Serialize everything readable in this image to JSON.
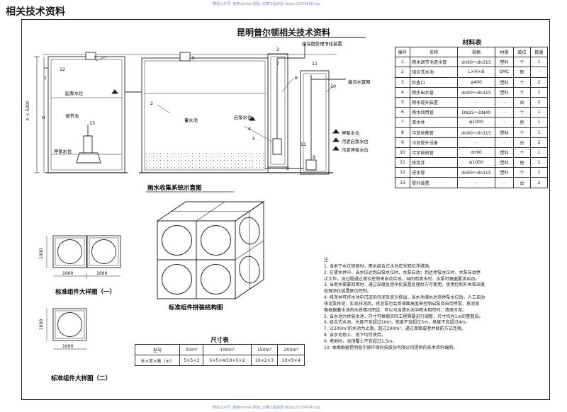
{
  "header": {
    "title": "相关技术资料"
  },
  "watermark": {
    "top": "微信公众号: 施荣mmfwl  网站: 无藏工程资源 https://1234006.top",
    "bottom": "微信公众号: 施荣mmfwl  网站: 无藏工程资源 https://1234006.top"
  },
  "sheet": {
    "title": "昆明普尔顿相关技术资料"
  },
  "section_view": {
    "caption": "雨水收集系统示意图",
    "labels": {
      "deep_purify": "接深度处理净化装置",
      "sewage": "接污水管网",
      "start_pump": "启泵水位",
      "stop_pump_right": "停泵水位",
      "sludge_start": "污泥启泵水位",
      "sludge_stop": "污泥停泵水位",
      "overflow_level": "起泵水位",
      "regulating_tank": "调节池",
      "stop_pump_left": "停泵水位",
      "storage_tank": "蓄水池",
      "height": "h < 5000",
      "h_mark": "H"
    },
    "numbers": [
      "12",
      "1",
      "3",
      "2",
      "3",
      "4",
      "5",
      "6",
      "7",
      "8",
      "9",
      "10",
      "11",
      "13",
      "2",
      "11"
    ]
  },
  "detail1": {
    "caption": "标准组件大样图（一）",
    "dim_h": "1000",
    "dim_w1": "1000",
    "dim_w2": "1000"
  },
  "detail2": {
    "caption": "标准组件大样图（二）",
    "dim_h": "1000",
    "dim_w": "1000"
  },
  "assembly": {
    "caption": "标准组件拼装结构图"
  },
  "materials": {
    "title": "材料表",
    "columns": [
      "编号",
      "名称",
      "规格",
      "材质",
      "单位",
      "数量"
    ],
    "rows": [
      [
        "1",
        "雨水调节池进水管",
        "dn90～dn315",
        "塑料",
        "个",
        "1"
      ],
      [
        "2",
        "组合式水池",
        "L×H×B",
        "SMC",
        "座",
        "-"
      ],
      [
        "3",
        "检查口",
        "φ400",
        "塑料",
        "个",
        "2"
      ],
      [
        "4",
        "雨水出水管",
        "dn90～dn315",
        "塑料",
        "个",
        "1"
      ],
      [
        "5",
        "雨水提升装置",
        "-",
        "-",
        "台",
        "2"
      ],
      [
        "6",
        "雨水回用管",
        "DN25～DN40",
        "-",
        "个",
        "1"
      ],
      [
        "7",
        "清水井",
        "φ1000",
        "-",
        "座",
        "1"
      ],
      [
        "8",
        "污泥收集管",
        "dn90～dn315",
        "塑料",
        "个",
        "1"
      ],
      [
        "9",
        "污泥提升设备",
        "-",
        "-",
        "台",
        "2"
      ],
      [
        "10",
        "污泥排放管",
        "dn90",
        "塑料",
        "个",
        "1"
      ],
      [
        "11",
        "排泥井",
        "φ1000",
        "塑料",
        "座",
        "1"
      ],
      [
        "12",
        "进水管",
        "dn90～dn315",
        "塑料",
        "个",
        "1"
      ],
      [
        "13",
        "提升装置",
        "-",
        "-",
        "台",
        "2"
      ]
    ]
  },
  "notes": {
    "heading": "注:",
    "lines": [
      "1. 当地下水位很高时，雨水组合式水池应采取抗浮措施。",
      "2. 在清水井中，当水位达到启泵水位时，水泵启动；到达停泵水位时，水泵自动停",
      "    止工作，该过程通过液位控制来自动实现，当回用清水时，水泵可根据要求启动。",
      "3. 当雨水需要回用时，通过深度处理净化装置处理后方可使用，使用控制开关和深度",
      "    处理净化装置联动控制。",
      "4. 排泥井可将水池中沉淀的污泥及泥沙排出，当水池储水达到停泵水位后，人工启动",
      "    排泥泵排泥，实现排泥后，排泥泵也会受液面高度来控制启泵及自动停泵，排泥周",
      "    期根据蓄水池内水质情况而定，可以与当清水池中雨水用尽时，清理污泥。",
      "5. 该水池为拼装水池，尺寸可根据实际工程需要进行调整，尺寸均为1m的整数倍。",
      "6. 组合式水池，长度不宜超过10m，宽度不宜超过5m，高度不宜超过4m。",
      "7. 以200m³的水池为上限，超过200m³，通过串联或者并联的方式连接。",
      "8. 该水池地上、地下均可使用。",
      "9. 埋地时，池顶覆土不宜超过1.5m。",
      "10. 本图根据昆明普尔顿环保科技股份有限公司提供的技术资料编制。"
    ]
  },
  "dimensions": {
    "title": "尺寸表",
    "header": [
      "型号",
      "50m³",
      "100m³",
      "150m³",
      "200m³"
    ],
    "row": [
      "长×宽×高（m）",
      "5×5×2",
      "5×5×4/10×5×2",
      "10×2×3",
      "10×5×4"
    ]
  }
}
